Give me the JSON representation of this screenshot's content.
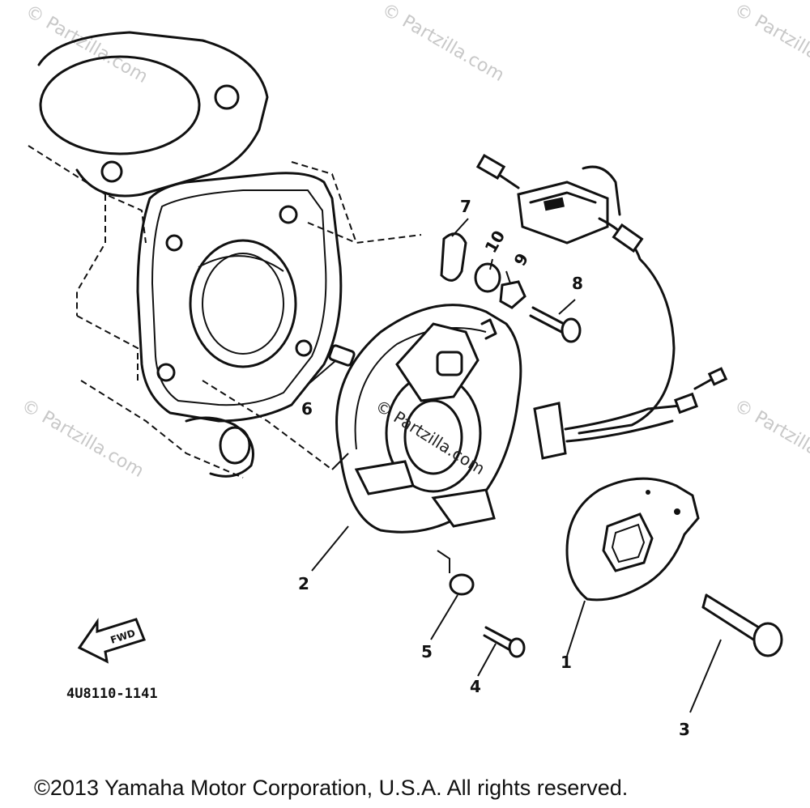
{
  "diagram": {
    "callouts": {
      "c1": "1",
      "c2": "2",
      "c3": "3",
      "c4": "4",
      "c5": "5",
      "c6": "6",
      "c7": "7",
      "c8": "8",
      "c9": "9",
      "c10": "10"
    },
    "part_number": "4U8110-1141",
    "fwd_label": "FWD",
    "copyright": "©2013 Yamaha Motor Corporation, U.S.A. All rights reserved.",
    "watermarks": {
      "tl": "© Partzilla.com",
      "tc": "© Partzilla.com",
      "tr": "© Partzilla.com",
      "ml": "© Partzilla.com",
      "mr": "© Partzilla.com",
      "center": "© Partzilla.com"
    }
  }
}
